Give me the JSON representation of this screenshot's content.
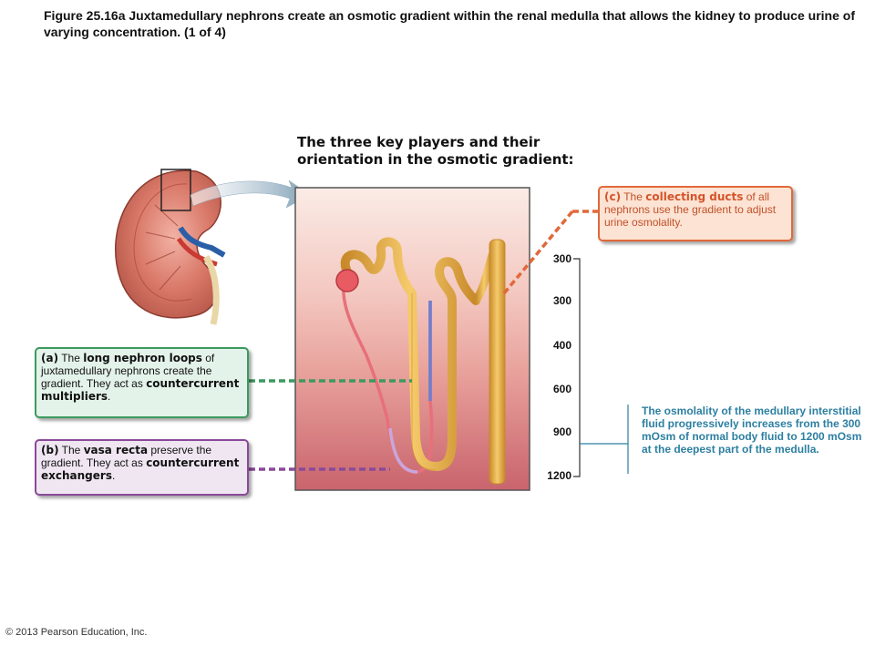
{
  "caption": "Figure 25.16a Juxtamedullary nephrons create an osmotic gradient within the renal medulla that allows the kidney to produce urine of varying concentration. (1 of 4)",
  "heading": {
    "line1": "The three key players and their",
    "line2": "orientation in the osmotic gradient:"
  },
  "callouts": {
    "a": {
      "letter": "(a)",
      "pre": " The ",
      "keyword": "long nephron loops",
      "post": " of juxtamedullary nephrons create the gradient. They act as ",
      "keyword2": "countercurrent multipliers",
      "end": "."
    },
    "b": {
      "letter": "(b)",
      "pre": " The ",
      "keyword": "vasa recta",
      "post": " preserve the gradient. They act as ",
      "keyword2": "countercurrent exchangers",
      "end": "."
    },
    "c": {
      "letter": "(c)",
      "pre": " The ",
      "keyword": "collecting ducts",
      "post": " of all nephrons use the gradient to adjust urine osmolality."
    }
  },
  "osmolality_scale": [
    "300",
    "300",
    "400",
    "600",
    "900",
    "1200"
  ],
  "note": "The osmolality of the medullary interstitial fluid progressively increases from the 300 mOsm of normal body fluid to 1200 mOsm at the deepest part of the medulla.",
  "copyright": "© 2013 Pearson Education, Inc.",
  "colors": {
    "loop_callout": "#3c9a5e",
    "vasa_recta_callout": "#8a4a98",
    "collecting_duct_callout": "#e1683a",
    "note_text": "#2c7fa1",
    "tubule": "#e9b04a"
  },
  "icons": [
    "kidney-icon",
    "zoom-arrow-icon"
  ]
}
